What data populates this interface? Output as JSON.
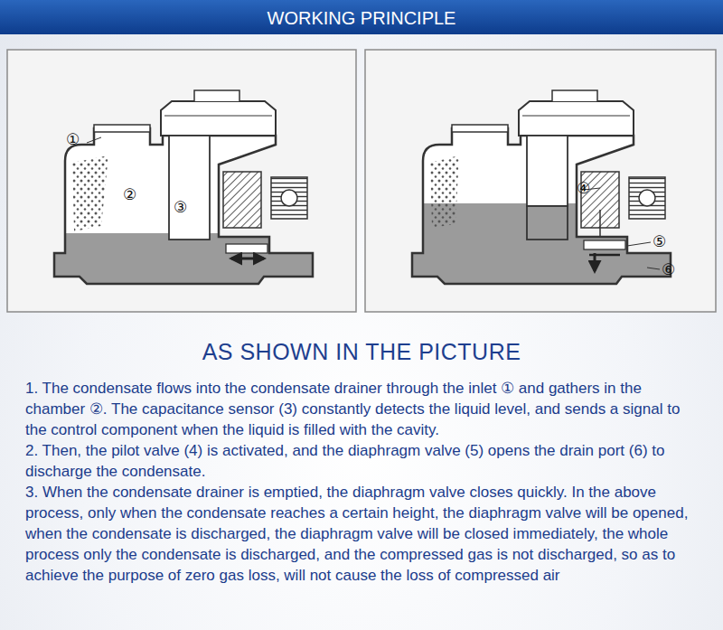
{
  "diagram": {
    "title": "WORKING PRINCIPLE",
    "labels": [
      "①",
      "②",
      "③",
      "④",
      "⑤",
      "⑥",
      "AS SHOWN IN THE PICTURE",
      "1. The condensate flows into the condensate drainer through the inlet ① and gathers in the chamber ②. The capacitance sensor (3) constantly detects the liquid level, and sends a signal to the control component when the liquid is filled with the cavity.",
      "2. Then, the pilot valve (4) is activated, and the diaphragm valve (5) opens the drain port (6) to discharge the condensate.",
      "3. When the condensate drainer is emptied, the diaphragm valve closes quickly. In the above process, only when the condensate reaches a certain height, the diaphragm valve will be opened, when the condensate is discharged, the diaphragm valve will be closed immediately, the whole process only the condensate is discharged, and the compressed gas is not discharged, so as to achieve the purpose of zero gas loss, will not cause the loss of compressed air"
    ]
  }
}
